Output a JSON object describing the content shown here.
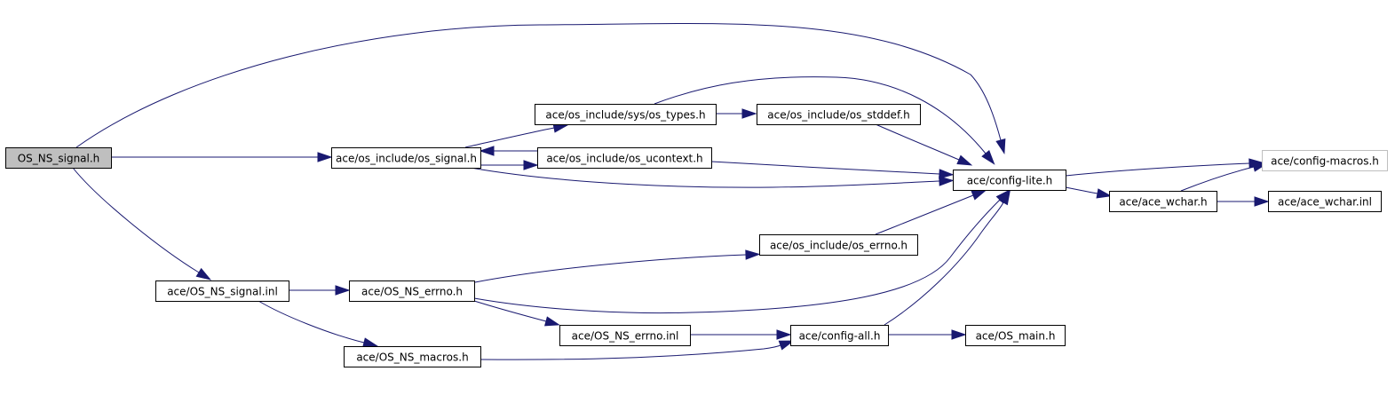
{
  "graph": {
    "type": "include-dependency-graph",
    "colors": {
      "edge": "#191970",
      "root_fill": "#bfbfbf",
      "faded_border": "#bfbfbf"
    },
    "nodes": [
      {
        "id": "os_ns_signal_h",
        "label": "OS_NS_signal.h",
        "style": "root"
      },
      {
        "id": "os_signal_h",
        "label": "ace/os_include/os_signal.h"
      },
      {
        "id": "sys_os_types_h",
        "label": "ace/os_include/sys/os_types.h"
      },
      {
        "id": "os_stddef_h",
        "label": "ace/os_include/os_stddef.h"
      },
      {
        "id": "os_ucontext_h",
        "label": "ace/os_include/os_ucontext.h"
      },
      {
        "id": "config_lite_h",
        "label": "ace/config-lite.h"
      },
      {
        "id": "config_macros_h",
        "label": "ace/config-macros.h",
        "style": "faded"
      },
      {
        "id": "ace_wchar_h",
        "label": "ace/ace_wchar.h"
      },
      {
        "id": "ace_wchar_inl",
        "label": "ace/ace_wchar.inl"
      },
      {
        "id": "os_errno_h",
        "label": "ace/os_include/os_errno.h"
      },
      {
        "id": "os_ns_signal_inl",
        "label": "ace/OS_NS_signal.inl"
      },
      {
        "id": "os_ns_errno_h",
        "label": "ace/OS_NS_errno.h"
      },
      {
        "id": "os_ns_errno_inl",
        "label": "ace/OS_NS_errno.inl"
      },
      {
        "id": "config_all_h",
        "label": "ace/config-all.h"
      },
      {
        "id": "os_main_h",
        "label": "ace/OS_main.h"
      },
      {
        "id": "os_ns_macros_h",
        "label": "ace/OS_NS_macros.h"
      }
    ],
    "edges": [
      {
        "from": "os_ns_signal_h",
        "to": "config_lite_h"
      },
      {
        "from": "os_ns_signal_h",
        "to": "os_signal_h"
      },
      {
        "from": "os_ns_signal_h",
        "to": "os_ns_signal_inl"
      },
      {
        "from": "os_signal_h",
        "to": "sys_os_types_h"
      },
      {
        "from": "os_signal_h",
        "to": "os_ucontext_h"
      },
      {
        "from": "os_signal_h",
        "to": "config_lite_h"
      },
      {
        "from": "sys_os_types_h",
        "to": "os_stddef_h"
      },
      {
        "from": "sys_os_types_h",
        "to": "config_lite_h"
      },
      {
        "from": "os_stddef_h",
        "to": "config_lite_h"
      },
      {
        "from": "os_ucontext_h",
        "to": "os_signal_h"
      },
      {
        "from": "os_ucontext_h",
        "to": "config_lite_h"
      },
      {
        "from": "config_lite_h",
        "to": "config_macros_h"
      },
      {
        "from": "config_lite_h",
        "to": "ace_wchar_h"
      },
      {
        "from": "ace_wchar_h",
        "to": "config_macros_h"
      },
      {
        "from": "ace_wchar_h",
        "to": "ace_wchar_inl"
      },
      {
        "from": "os_errno_h",
        "to": "config_lite_h"
      },
      {
        "from": "os_ns_signal_inl",
        "to": "os_ns_errno_h"
      },
      {
        "from": "os_ns_signal_inl",
        "to": "os_ns_macros_h"
      },
      {
        "from": "os_ns_errno_h",
        "to": "os_errno_h"
      },
      {
        "from": "os_ns_errno_h",
        "to": "config_lite_h"
      },
      {
        "from": "os_ns_errno_h",
        "to": "os_ns_errno_inl"
      },
      {
        "from": "os_ns_errno_inl",
        "to": "config_all_h"
      },
      {
        "from": "config_all_h",
        "to": "config_lite_h"
      },
      {
        "from": "config_all_h",
        "to": "os_main_h"
      },
      {
        "from": "os_ns_macros_h",
        "to": "config_all_h"
      }
    ]
  }
}
